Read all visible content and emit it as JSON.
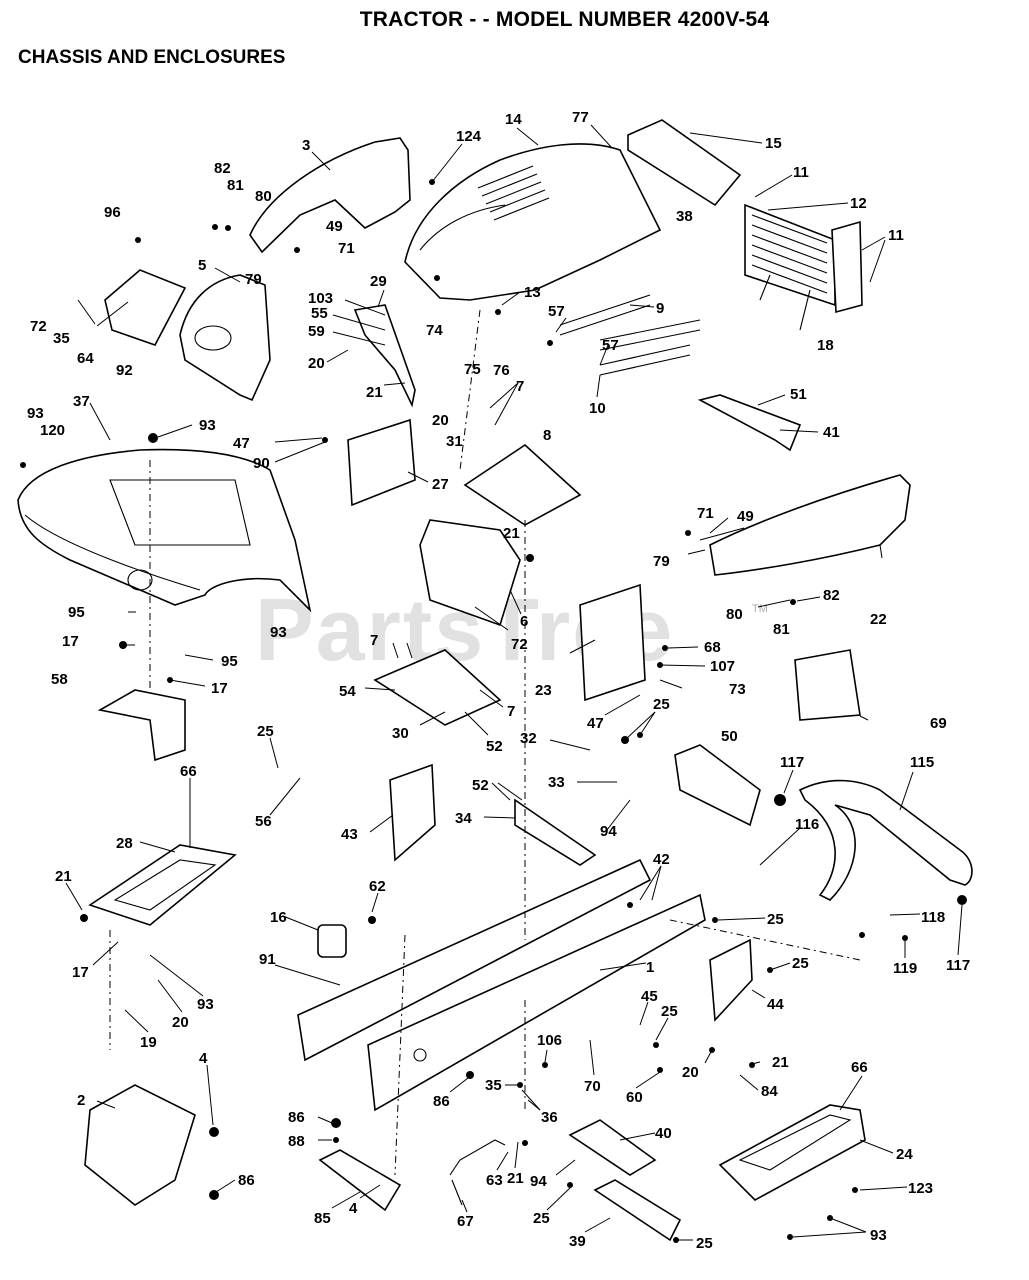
{
  "title": "TRACTOR - - MODEL NUMBER 4200V-54",
  "subtitle": "CHASSIS AND ENCLOSURES",
  "watermark": "PartsTree",
  "watermark_tm": "TM",
  "callouts": [
    {
      "id": "c3",
      "label": "3"
    },
    {
      "id": "c124",
      "label": "124"
    },
    {
      "id": "c14",
      "label": "14"
    },
    {
      "id": "c77",
      "label": "77"
    },
    {
      "id": "c15",
      "label": "15"
    },
    {
      "id": "c11a",
      "label": "11"
    },
    {
      "id": "c12",
      "label": "12"
    },
    {
      "id": "c11b",
      "label": "11"
    },
    {
      "id": "c38",
      "label": "38"
    },
    {
      "id": "c18",
      "label": "18"
    },
    {
      "id": "c96",
      "label": "96"
    },
    {
      "id": "c82a",
      "label": "82"
    },
    {
      "id": "c81a",
      "label": "81"
    },
    {
      "id": "c80a",
      "label": "80"
    },
    {
      "id": "c49a",
      "label": "49"
    },
    {
      "id": "c71a",
      "label": "71"
    },
    {
      "id": "c79a",
      "label": "79"
    },
    {
      "id": "c5",
      "label": "5"
    },
    {
      "id": "c72a",
      "label": "72"
    },
    {
      "id": "c35a",
      "label": "35"
    },
    {
      "id": "c64",
      "label": "64"
    },
    {
      "id": "c92",
      "label": "92"
    },
    {
      "id": "c29",
      "label": "29"
    },
    {
      "id": "c103",
      "label": "103"
    },
    {
      "id": "c55",
      "label": "55"
    },
    {
      "id": "c59",
      "label": "59"
    },
    {
      "id": "c20a",
      "label": "20"
    },
    {
      "id": "c21a",
      "label": "21"
    },
    {
      "id": "c20b",
      "label": "20"
    },
    {
      "id": "c74",
      "label": "74"
    },
    {
      "id": "c13",
      "label": "13"
    },
    {
      "id": "c75",
      "label": "75"
    },
    {
      "id": "c76",
      "label": "76"
    },
    {
      "id": "c57a",
      "label": "57"
    },
    {
      "id": "c9",
      "label": "9"
    },
    {
      "id": "c57b",
      "label": "57"
    },
    {
      "id": "c10",
      "label": "10"
    },
    {
      "id": "c7a",
      "label": "7"
    },
    {
      "id": "c31",
      "label": "31"
    },
    {
      "id": "c8",
      "label": "8"
    },
    {
      "id": "c51",
      "label": "51"
    },
    {
      "id": "c41",
      "label": "41"
    },
    {
      "id": "c93a",
      "label": "93"
    },
    {
      "id": "c37",
      "label": "37"
    },
    {
      "id": "c120",
      "label": "120"
    },
    {
      "id": "c93b",
      "label": "93"
    },
    {
      "id": "c47a",
      "label": "47"
    },
    {
      "id": "c90",
      "label": "90"
    },
    {
      "id": "c27",
      "label": "27"
    },
    {
      "id": "c71b",
      "label": "71"
    },
    {
      "id": "c49b",
      "label": "49"
    },
    {
      "id": "c79b",
      "label": "79"
    },
    {
      "id": "c21b",
      "label": "21"
    },
    {
      "id": "c6",
      "label": "6"
    },
    {
      "id": "c72b",
      "label": "72"
    },
    {
      "id": "c80b",
      "label": "80"
    },
    {
      "id": "c82b",
      "label": "82"
    },
    {
      "id": "c81b",
      "label": "81"
    },
    {
      "id": "c22",
      "label": "22"
    },
    {
      "id": "c95a",
      "label": "95"
    },
    {
      "id": "c93c",
      "label": "93"
    },
    {
      "id": "c17a",
      "label": "17"
    },
    {
      "id": "c95b",
      "label": "95"
    },
    {
      "id": "c17b",
      "label": "17"
    },
    {
      "id": "c58",
      "label": "58"
    },
    {
      "id": "c7b",
      "label": "7"
    },
    {
      "id": "c68",
      "label": "68"
    },
    {
      "id": "c107",
      "label": "107"
    },
    {
      "id": "c54",
      "label": "54"
    },
    {
      "id": "c23",
      "label": "23"
    },
    {
      "id": "c73",
      "label": "73"
    },
    {
      "id": "c69",
      "label": "69"
    },
    {
      "id": "c30",
      "label": "30"
    },
    {
      "id": "c7c",
      "label": "7"
    },
    {
      "id": "c52a",
      "label": "52"
    },
    {
      "id": "c47b",
      "label": "47"
    },
    {
      "id": "c25a",
      "label": "25"
    },
    {
      "id": "c25b",
      "label": "25"
    },
    {
      "id": "c32",
      "label": "32"
    },
    {
      "id": "c50",
      "label": "50"
    },
    {
      "id": "c117a",
      "label": "117"
    },
    {
      "id": "c115",
      "label": "115"
    },
    {
      "id": "c56",
      "label": "56"
    },
    {
      "id": "c52b",
      "label": "52"
    },
    {
      "id": "c33",
      "label": "33"
    },
    {
      "id": "c43",
      "label": "43"
    },
    {
      "id": "c34",
      "label": "34"
    },
    {
      "id": "c94a",
      "label": "94"
    },
    {
      "id": "c66a",
      "label": "66"
    },
    {
      "id": "c28",
      "label": "28"
    },
    {
      "id": "c116",
      "label": "116"
    },
    {
      "id": "c21c",
      "label": "21"
    },
    {
      "id": "c62",
      "label": "62"
    },
    {
      "id": "c42",
      "label": "42"
    },
    {
      "id": "c16",
      "label": "16"
    },
    {
      "id": "c25c",
      "label": "25"
    },
    {
      "id": "c118",
      "label": "118"
    },
    {
      "id": "c17c",
      "label": "17"
    },
    {
      "id": "c91",
      "label": "91"
    },
    {
      "id": "c1",
      "label": "1"
    },
    {
      "id": "c25d",
      "label": "25"
    },
    {
      "id": "c119",
      "label": "119"
    },
    {
      "id": "c117b",
      "label": "117"
    },
    {
      "id": "c93d",
      "label": "93"
    },
    {
      "id": "c20c",
      "label": "20"
    },
    {
      "id": "c44",
      "label": "44"
    },
    {
      "id": "c19",
      "label": "19"
    },
    {
      "id": "c45",
      "label": "45"
    },
    {
      "id": "c25e",
      "label": "25"
    },
    {
      "id": "c4a",
      "label": "4"
    },
    {
      "id": "c106",
      "label": "106"
    },
    {
      "id": "c2",
      "label": "2"
    },
    {
      "id": "c20d",
      "label": "20"
    },
    {
      "id": "c21d",
      "label": "21"
    },
    {
      "id": "c70",
      "label": "70"
    },
    {
      "id": "c84",
      "label": "84"
    },
    {
      "id": "c35b",
      "label": "35"
    },
    {
      "id": "c86a",
      "label": "86"
    },
    {
      "id": "c60",
      "label": "60"
    },
    {
      "id": "c36",
      "label": "36"
    },
    {
      "id": "c86b",
      "label": "86"
    },
    {
      "id": "c66b",
      "label": "66"
    },
    {
      "id": "c88",
      "label": "88"
    },
    {
      "id": "c40",
      "label": "40"
    },
    {
      "id": "c24",
      "label": "24"
    },
    {
      "id": "c86c",
      "label": "86"
    },
    {
      "id": "c63",
      "label": "63"
    },
    {
      "id": "c21e",
      "label": "21"
    },
    {
      "id": "c94b",
      "label": "94"
    },
    {
      "id": "c123",
      "label": "123"
    },
    {
      "id": "c85",
      "label": "85"
    },
    {
      "id": "c4b",
      "label": "4"
    },
    {
      "id": "c67",
      "label": "67"
    },
    {
      "id": "c25f",
      "label": "25"
    },
    {
      "id": "c93e",
      "label": "93"
    },
    {
      "id": "c39",
      "label": "39"
    },
    {
      "id": "c25g",
      "label": "25"
    }
  ]
}
